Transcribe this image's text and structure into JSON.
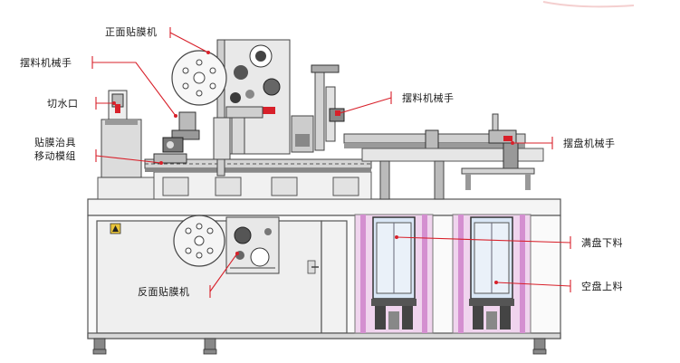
{
  "labels": {
    "front_laminator": "正面贴膜机",
    "feeding_arm_left": "摆料机械手",
    "water_cut_port": "切水口",
    "fixture_module_line1": "贴膜治具",
    "fixture_module_line2": "移动模组",
    "feeding_arm_right": "摆料机械手",
    "tray_arm": "摆盘机械手",
    "full_tray_unload": "满盘下料",
    "empty_tray_load": "空盘上料",
    "back_laminator": "反面贴膜机"
  },
  "colors": {
    "leader_line": "#d8202a",
    "frame_stroke": "#555555",
    "frame_fill": "#f3f3f3",
    "panel_fill": "#eeeeee",
    "magazine_pink": "#e9b6e4",
    "magazine_blue": "#cfe0f3",
    "machinery_dark": "#3c3c3c"
  }
}
